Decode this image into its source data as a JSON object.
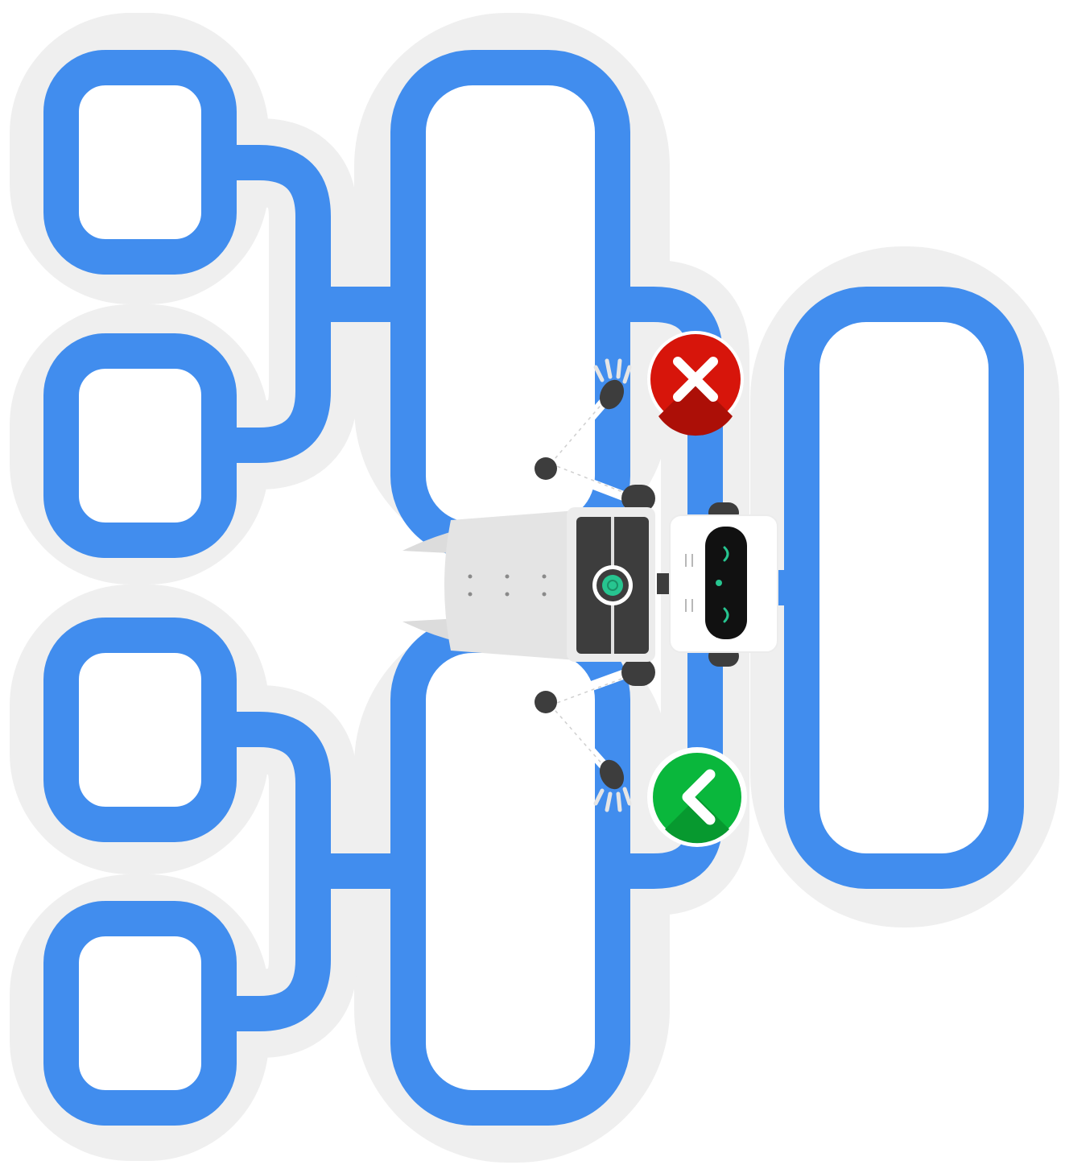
{
  "diagram": {
    "type": "bracket-tree",
    "levels": 3,
    "leaf_box_count": 4,
    "middle_box_count": 2,
    "root_box_count": 1,
    "box_labels": []
  },
  "colors": {
    "stroke": "#418dee",
    "halo": "#efefef",
    "box_fill": "#ffffff",
    "reject": "#d7150b",
    "accept": "#0ab73c",
    "robot_body": "#e3e3e3",
    "robot_dark": "#3d3d3d",
    "robot_eye": "#27c590"
  },
  "icons": {
    "reject_badge": "close-icon",
    "accept_badge": "chevron-left-icon",
    "robot": "robot-icon"
  }
}
